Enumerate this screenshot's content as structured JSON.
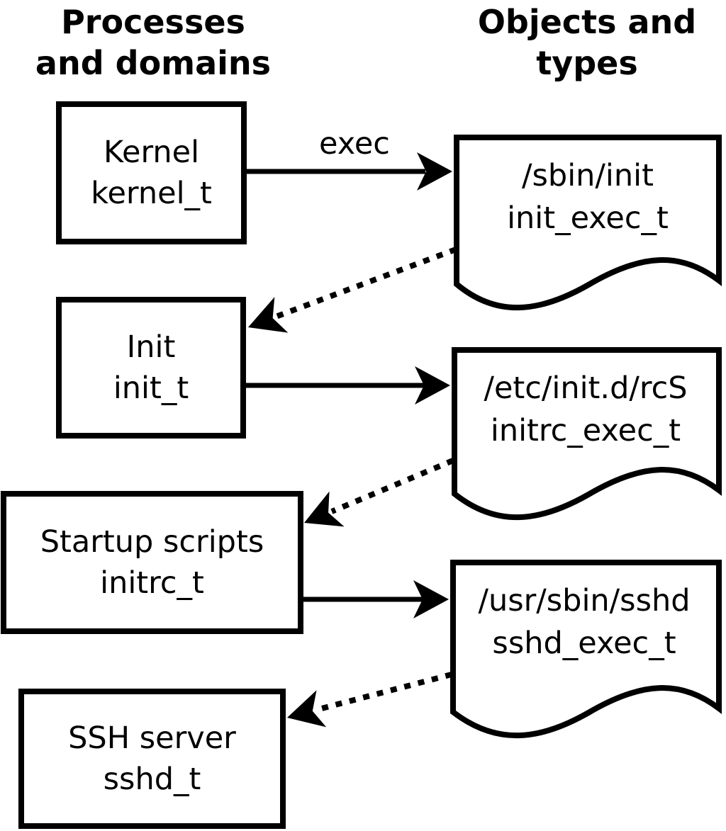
{
  "column_headers": {
    "left": {
      "line1": "Processes",
      "line2": "and domains"
    },
    "right": {
      "line1": "Objects and",
      "line2": "types"
    }
  },
  "process_boxes": [
    {
      "title": "Kernel",
      "type": "kernel_t"
    },
    {
      "title": "Init",
      "type": "init_t"
    },
    {
      "title": "Startup scripts",
      "type": "initrc_t"
    },
    {
      "title": "SSH server",
      "type": "sshd_t"
    }
  ],
  "object_docs": [
    {
      "path": "/sbin/init",
      "type": "init_exec_t"
    },
    {
      "path": "/etc/init.d/rcS",
      "type": "initrc_exec_t"
    },
    {
      "path": "/usr/sbin/sshd",
      "type": "sshd_exec_t"
    }
  ],
  "edge_labels": {
    "exec": "exec"
  },
  "edges": [
    {
      "from": "kernel_t",
      "to": "init_exec_t",
      "style": "solid",
      "label": "exec"
    },
    {
      "from": "init_exec_t",
      "to": "init_t",
      "style": "dotted",
      "label": ""
    },
    {
      "from": "init_t",
      "to": "initrc_exec_t",
      "style": "solid",
      "label": ""
    },
    {
      "from": "initrc_exec_t",
      "to": "initrc_t",
      "style": "dotted",
      "label": ""
    },
    {
      "from": "initrc_t",
      "to": "sshd_exec_t",
      "style": "solid",
      "label": ""
    },
    {
      "from": "sshd_exec_t",
      "to": "sshd_t",
      "style": "dotted",
      "label": ""
    }
  ],
  "colors": {
    "ink": "#000000",
    "paper": "#ffffff"
  }
}
